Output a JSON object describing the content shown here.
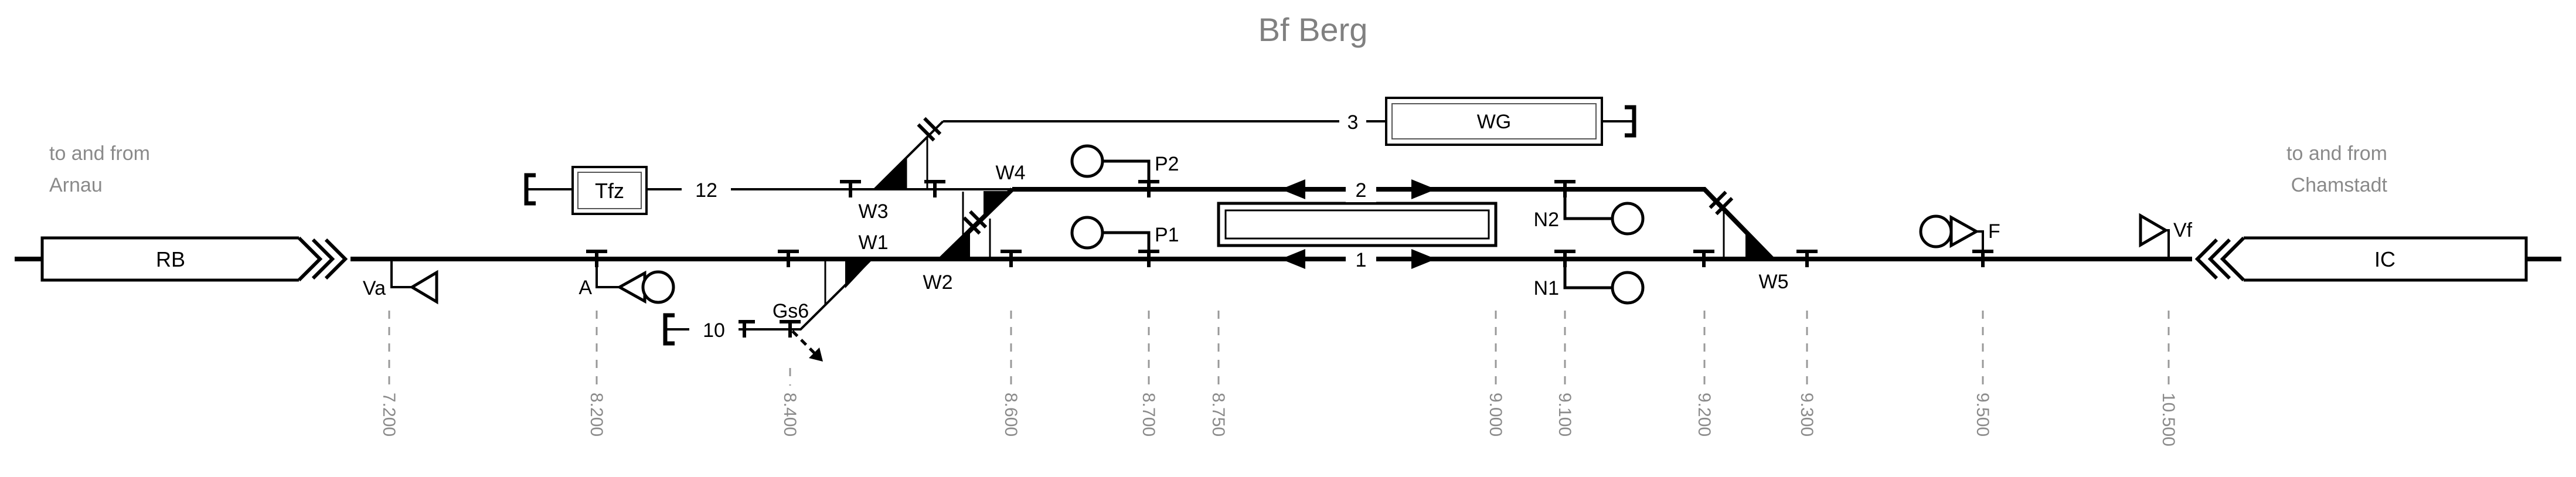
{
  "title": "Bf Berg",
  "corridor_left": {
    "line1": "to and from",
    "line2": "Arnau"
  },
  "corridor_right": {
    "line1": "to and from",
    "line2": "Chamstadt"
  },
  "trains": {
    "left": "RB",
    "right": "IC"
  },
  "facilities": {
    "tfz": "Tfz",
    "wg": "WG"
  },
  "tracks": {
    "t1": "1",
    "t2": "2",
    "t3": "3",
    "t10": "10",
    "t12": "12"
  },
  "switches": {
    "w1": "W1",
    "w2": "W2",
    "w3": "W3",
    "w4": "W4",
    "w5": "W5"
  },
  "shunt_signal": {
    "label": "Gs6"
  },
  "signals": {
    "va": "Va",
    "a": "A",
    "p1": "P1",
    "p2": "P2",
    "n1": "N1",
    "n2": "N2",
    "f": "F",
    "vf": "Vf"
  },
  "km_markers": [
    {
      "label": "7.200"
    },
    {
      "label": "8.200"
    },
    {
      "label": "8.400"
    },
    {
      "label": "8.600"
    },
    {
      "label": "8.700"
    },
    {
      "label": "8.750"
    },
    {
      "label": "9.000"
    },
    {
      "label": "9.100"
    },
    {
      "label": "9.200"
    },
    {
      "label": "9.300"
    },
    {
      "label": "9.500"
    },
    {
      "label": "10.500"
    }
  ],
  "colors": {
    "line": "#000000",
    "muted_text": "#8a8a8a",
    "km_dash": "#999999",
    "background": "#ffffff"
  }
}
